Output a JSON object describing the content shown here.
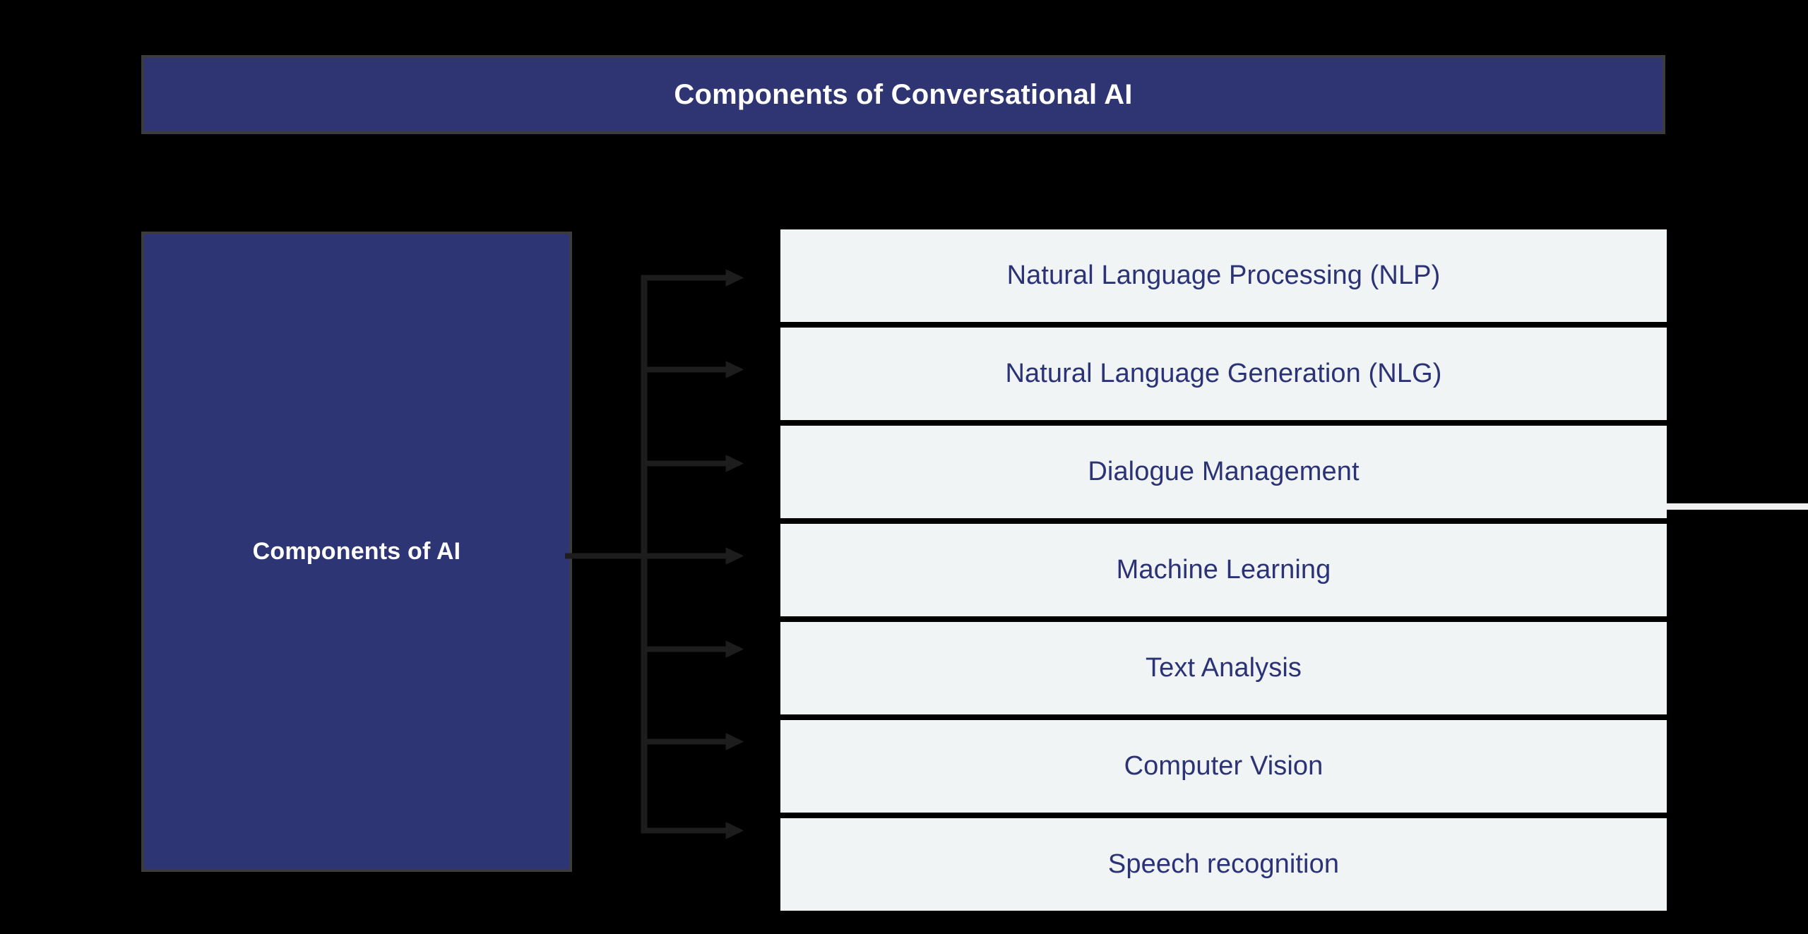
{
  "header": {
    "title": "Components of Conversational AI",
    "background_color": "#2e3572",
    "text_color": "#ffffff",
    "border_color": "#3c3c3c"
  },
  "root": {
    "label": "Components of AI",
    "background_color": "#2e3575",
    "text_color": "#ffffff",
    "border_color": "#3c3c3c"
  },
  "connector": {
    "style": "orthogonal-bracket-with-arrowheads",
    "color": "#1d1d1d",
    "count": 7
  },
  "components": [
    {
      "label": "Natural Language Processing (NLP)"
    },
    {
      "label": "Natural Language Generation (NLG)"
    },
    {
      "label": "Dialogue Management"
    },
    {
      "label": "Machine Learning"
    },
    {
      "label": "Text Analysis"
    },
    {
      "label": "Computer Vision"
    },
    {
      "label": "Speech recognition"
    }
  ],
  "leaf_style": {
    "background_color": "#f0f4f4",
    "text_color": "#2b3275"
  },
  "canvas": {
    "background_color": "#000000"
  }
}
